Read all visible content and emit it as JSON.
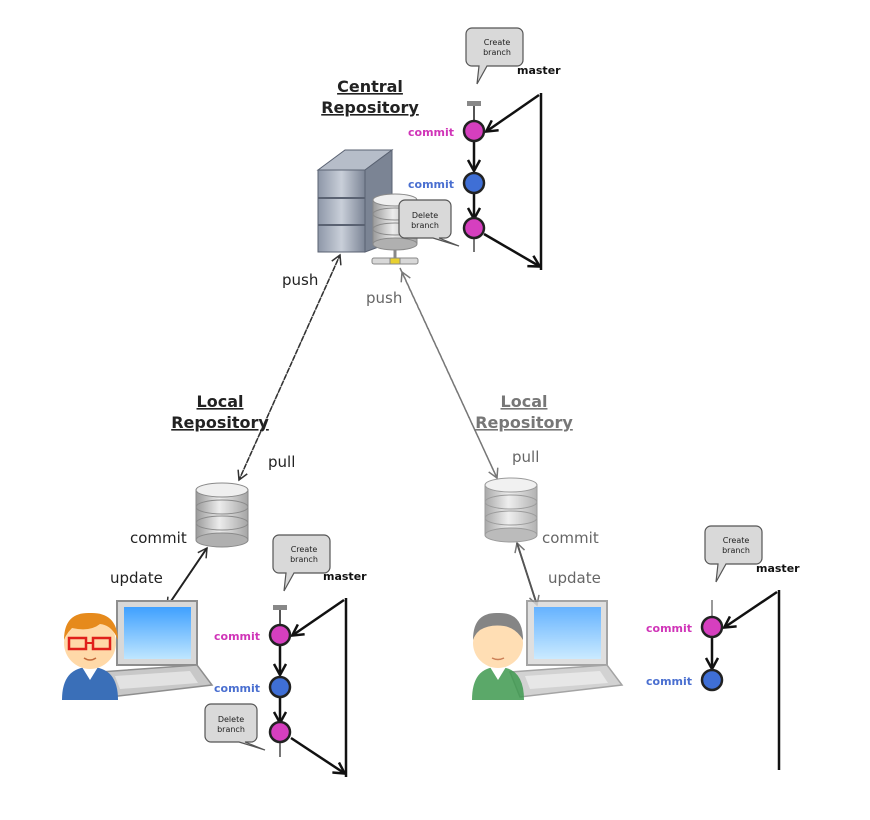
{
  "central": {
    "title_line1": "Central",
    "title_line2": "Repository",
    "push_label": "push",
    "push_label_2": "push"
  },
  "local_left": {
    "title_line1": "Local",
    "title_line2": "Repository",
    "pull_label": "pull",
    "commit_label": "commit",
    "update_label": "update"
  },
  "local_right": {
    "title_line1": "Local",
    "title_line2": "Repository",
    "pull_label": "pull",
    "commit_label": "commit",
    "update_label": "update"
  },
  "branch_top": {
    "create_line1": "Create",
    "create_line2": "branch",
    "master": "master",
    "commit1": "commit",
    "commit2": "commit",
    "delete_line1": "Delete",
    "delete_line2": "branch"
  },
  "branch_bottom_left": {
    "create_line1": "Create",
    "create_line2": "branch",
    "master": "master",
    "commit1": "commit",
    "commit2": "commit",
    "delete_line1": "Delete",
    "delete_line2": "branch"
  },
  "branch_bottom_right": {
    "create_line1": "Create",
    "create_line2": "branch",
    "master": "master",
    "commit1": "commit",
    "commit2": "commit"
  },
  "colors": {
    "commit_pink": "#d63fbf",
    "commit_blue": "#3f6fd6",
    "label_pink": "#d035b8",
    "label_blue": "#4a6fd0"
  }
}
